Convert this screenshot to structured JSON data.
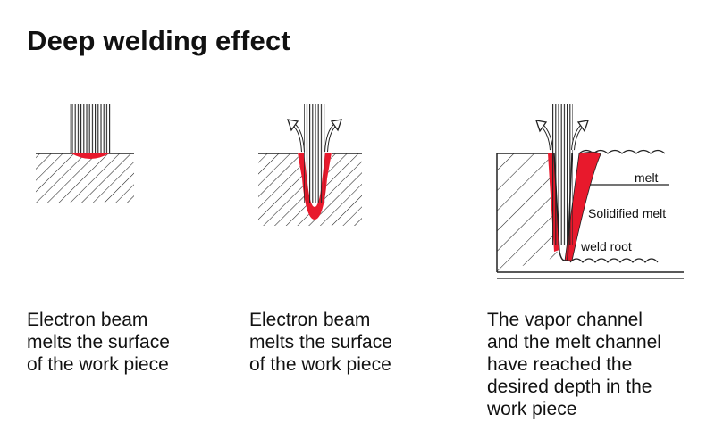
{
  "title": "Deep welding effect",
  "colors": {
    "melt": "#e8192c",
    "ink": "#111111",
    "background": "#ffffff"
  },
  "panels": [
    {
      "caption": [
        "Electron beam",
        "melts the surface",
        "of the work piece"
      ]
    },
    {
      "caption": [
        "Electron beam",
        "melts the surface",
        "of the work piece"
      ]
    },
    {
      "caption": [
        "The vapor channel",
        "and the melt channel",
        "have reached the",
        "desired depth in the",
        "work piece"
      ],
      "labels": {
        "melt": "melt",
        "solidified": "Solidified melt",
        "root": "weld root"
      }
    }
  ]
}
